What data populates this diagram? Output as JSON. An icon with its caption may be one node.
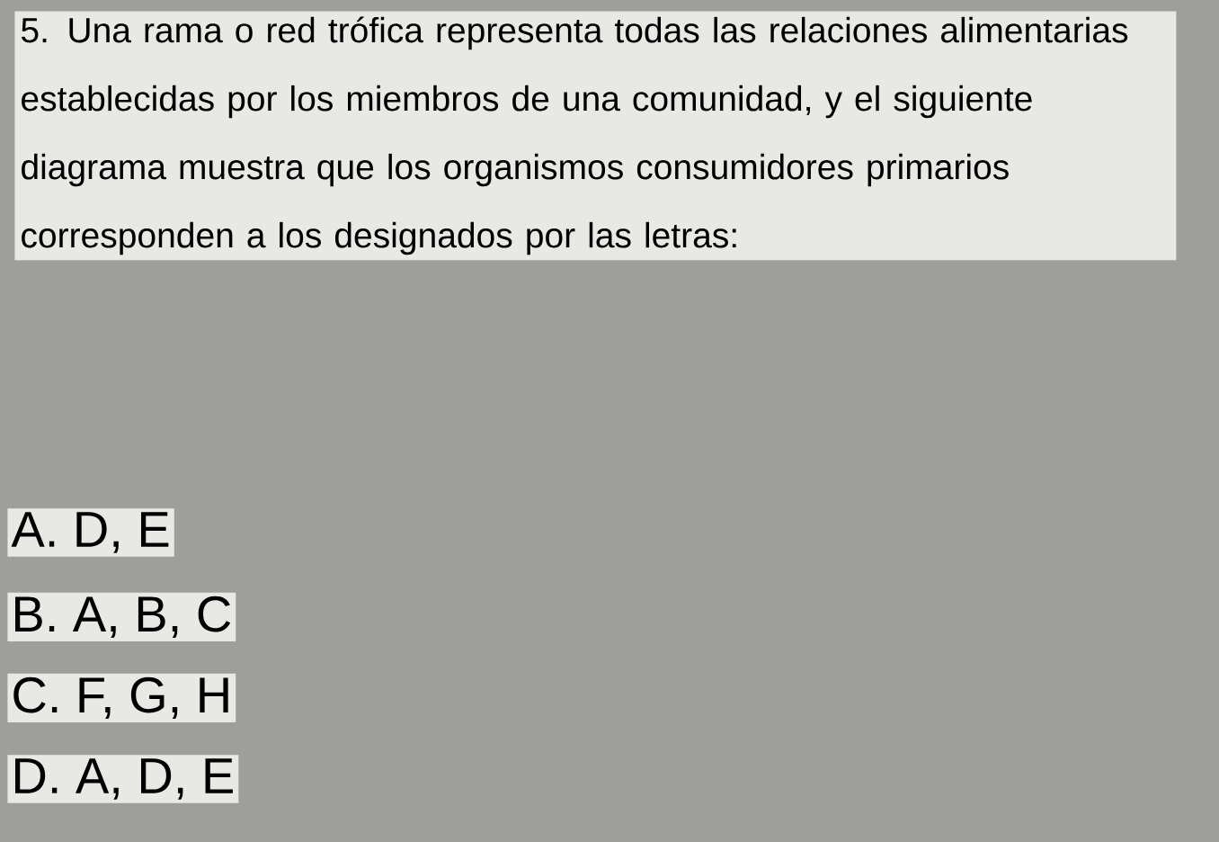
{
  "diagram": {
    "labels": [
      "5. Una rama o red trófica representa todas las relaciones alimentarias establecidas por los miembros de una comunidad, y el siguiente diagrama muestra que los organismos consumidores primarios corresponden a los designados por las letras:",
      "A. D, E",
      "B. A, B, C",
      "C. F, G, H",
      "D. A, D, E"
    ]
  }
}
